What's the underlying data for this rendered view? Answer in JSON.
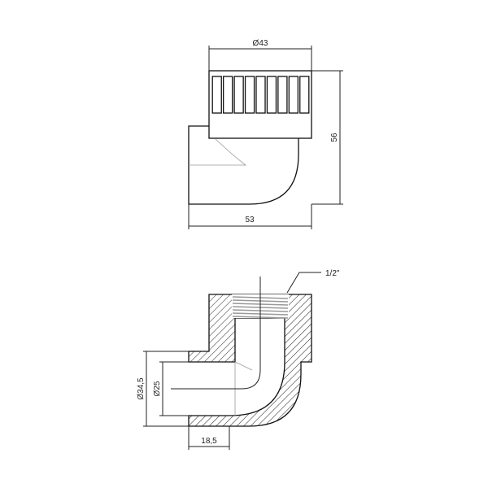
{
  "top_view": {
    "dimensions": {
      "diameter_top": "Ø43",
      "height": "56",
      "width": "53"
    },
    "slot_count": 9
  },
  "section_view": {
    "dimensions": {
      "outer_diameter": "Ø34,5",
      "inner_diameter": "Ø25",
      "socket_depth": "18,5",
      "thread": "1/2\""
    }
  },
  "colors": {
    "line": "#222222",
    "thread": "#999999"
  }
}
